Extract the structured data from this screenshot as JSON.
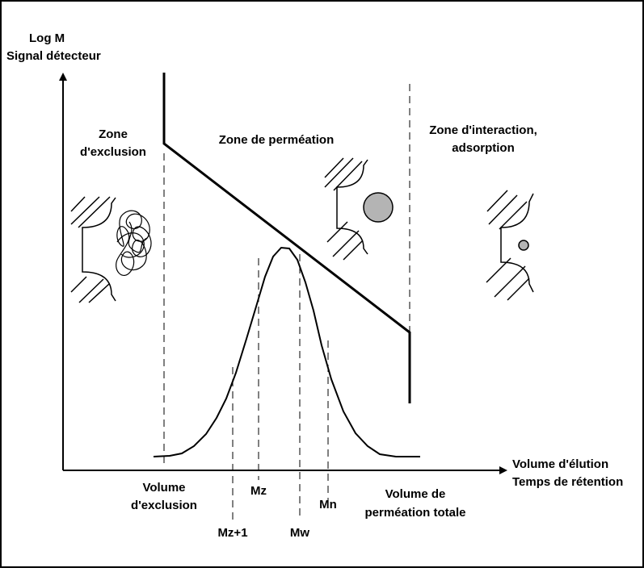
{
  "axes": {
    "y_label_1": "Log M",
    "y_label_2": "Signal détecteur",
    "x_label_1": "Volume d'élution",
    "x_label_2": "Temps de rétention"
  },
  "zones": {
    "exclusion_1": "Zone",
    "exclusion_2": "d'exclusion",
    "permeation": "Zone de perméation",
    "interaction_1": "Zone d'interaction,",
    "interaction_2": "adsorption"
  },
  "volumes": {
    "exclusion_1": "Volume",
    "exclusion_2": "d'exclusion",
    "permeation_1": "Volume de",
    "permeation_2": "perméation totale"
  },
  "averages": {
    "mz1": "Mz+1",
    "mz": "Mz",
    "mw": "Mw",
    "mn": "Mn"
  },
  "colors": {
    "line": "#000000",
    "background": "#ffffff",
    "particle_fill": "#b4b4b4"
  }
}
